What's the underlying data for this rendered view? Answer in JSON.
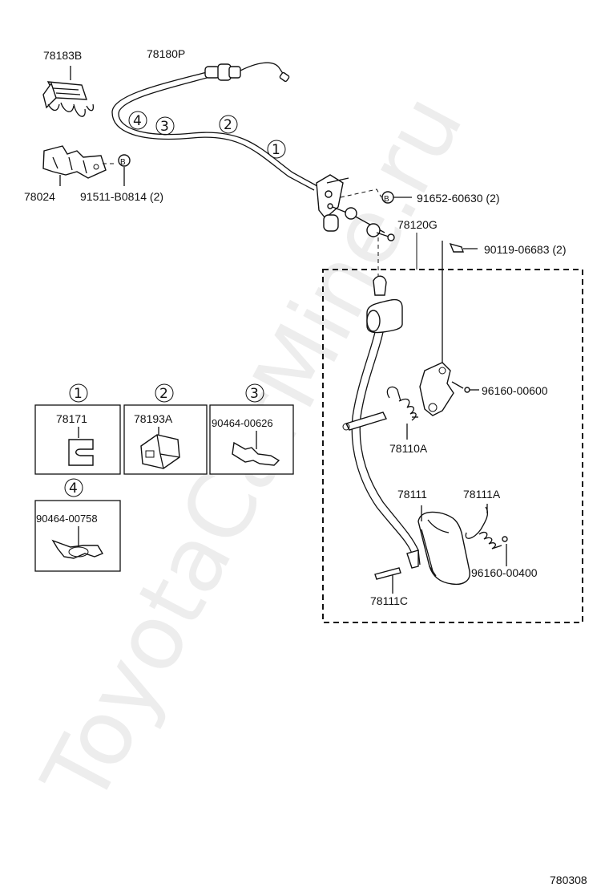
{
  "watermark": "ToyotaCarMine.ru",
  "figure_code": "780308",
  "part_labels": {
    "p78183B": "78183B",
    "p78180P": "78180P",
    "p78024": "78024",
    "p91511": "91511-B0814 (2)",
    "p91652": "91652-60630 (2)",
    "p78120G": "78120G",
    "p90119": "90119-06683 (2)",
    "p96160_600": "96160-00600",
    "p78110A": "78110A",
    "p78111": "78111",
    "p78111A": "78111A",
    "p96160_400": "96160-00400",
    "p78111C": "78111C"
  },
  "markers": {
    "b": "B"
  },
  "callouts": {
    "c1": "1",
    "c2": "2",
    "c3": "3",
    "c4": "4"
  },
  "clamp_table": [
    {
      "index": "1",
      "part": "78171"
    },
    {
      "index": "2",
      "part": "78193A"
    },
    {
      "index": "3",
      "part": "90464-00626"
    },
    {
      "index": "4",
      "part": "90464-00758"
    }
  ]
}
